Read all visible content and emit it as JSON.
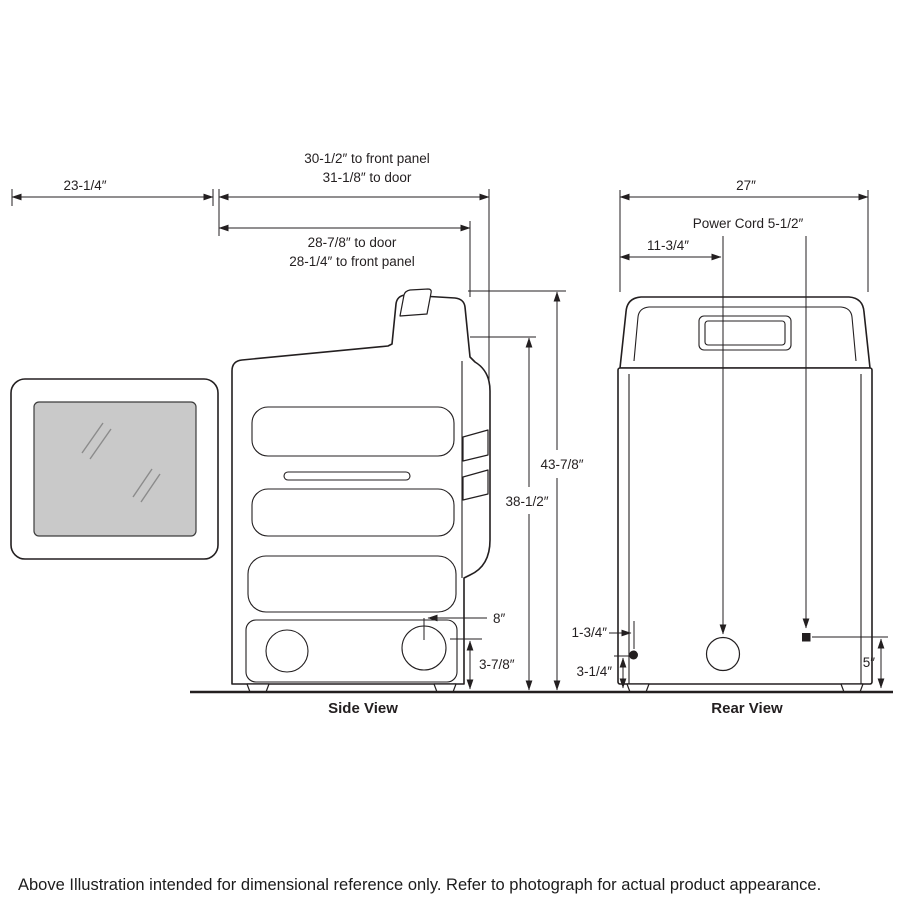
{
  "side": {
    "caption": "Side View",
    "depth_to_front_panel": "30-1/2″ to front panel",
    "depth_to_door": "31-1/8″ to door",
    "door_open_width": "23-1/4″",
    "body_to_door": "28-7/8″ to door",
    "body_to_front_panel": "28-1/4″ to front panel",
    "height_total": "43-7/8″",
    "height_to_top": "38-1/2″",
    "exhaust_offset": "8″",
    "exhaust_height": "3-7/8″"
  },
  "rear": {
    "caption": "Rear View",
    "width": "27″",
    "power_cord": "Power Cord 5-1/2″",
    "cord_center_offset": "11-3/4″",
    "side_offset": "1-3/4″",
    "bottom_offset": "3-1/4″",
    "right_height": "5″"
  },
  "footer": {
    "note": "Above Illustration intended for dimensional reference only. Refer to photograph for actual product appearance."
  },
  "colors": {
    "line": "#231f20",
    "glass": "#c9c9c9"
  }
}
